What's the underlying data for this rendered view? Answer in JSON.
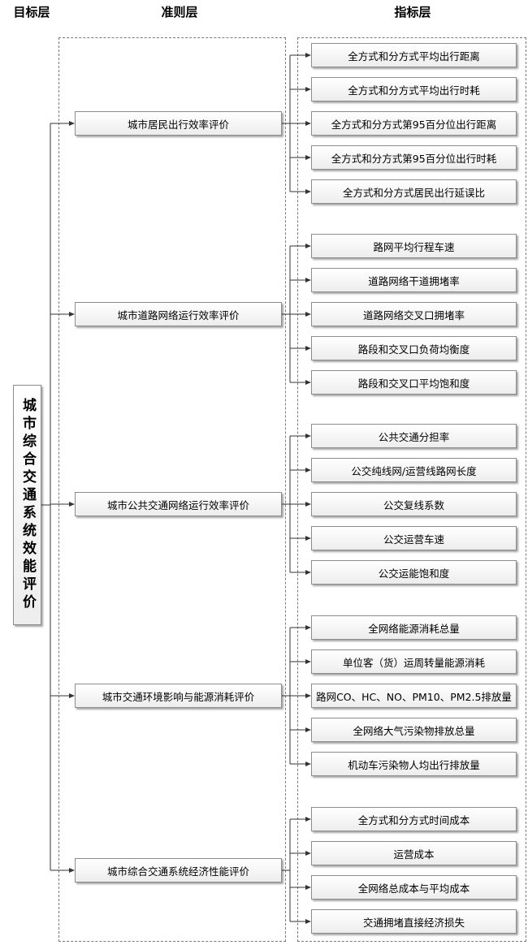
{
  "headers": {
    "goal": "目标层",
    "criteria": "准则层",
    "indicators": "指标层"
  },
  "goal": "城市综合交通系统效能评价",
  "groups": [
    {
      "label": "城市居民出行效率评价",
      "indicators": [
        "全方式和分方式平均出行距离",
        "全方式和分方式平均出行时耗",
        "全方式和分方式第95百分位出行距离",
        "全方式和分方式第95百分位出行时耗",
        "全方式和分方式居民出行延误比"
      ]
    },
    {
      "label": "城市道路网络运行效率评价",
      "indicators": [
        "路网平均行程车速",
        "道路网络干道拥堵率",
        "道路网络交叉口拥堵率",
        "路段和交叉口负荷均衡度",
        "路段和交叉口平均饱和度"
      ]
    },
    {
      "label": "城市公共交通网络运行效率评价",
      "indicators": [
        "公共交通分担率",
        "公交纯线网/运营线路网长度",
        "公交复线系数",
        "公交运营车速",
        "公交运能饱和度"
      ]
    },
    {
      "label": "城市交通环境影响与能源消耗评价",
      "indicators": [
        "全网络能源消耗总量",
        "单位客（货）运周转量能源消耗",
        "路网CO、HC、NO、PM10、PM2.5排放量",
        "全网络大气污染物排放总量",
        "机动车污染物人均出行排放量"
      ]
    },
    {
      "label": "城市综合交通系统经济性能评价",
      "indicators": [
        "全方式和分方式时间成本",
        "运营成本",
        "全网络总成本与平均成本",
        "交通拥堵直接经济损失"
      ]
    }
  ]
}
